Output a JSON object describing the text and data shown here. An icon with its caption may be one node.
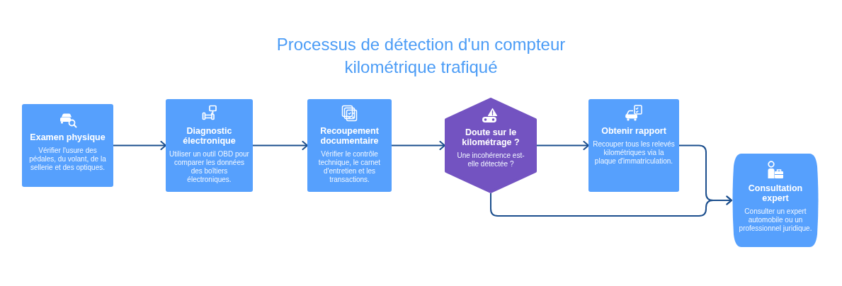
{
  "diagram": {
    "title": "Processus de détection d'un compteur kilométrique trafiqué",
    "nodes": [
      {
        "text": [
          "Examen physique",
          "Vérifier l'usure des pédales, du volant, de la sellerie et des optiques."
        ]
      },
      {
        "text": [
          "Diagnostic électronique",
          "Utiliser un outil OBD pour comparer les données des boîtiers électroniques."
        ]
      },
      {
        "text": [
          "Recoupement documentaire",
          "Vérifier le contrôle technique, le carnet d'entretien et les transactions."
        ]
      },
      {
        "text": [
          "Doute sur le kilométrage ?",
          "Une incohérence est-elle détectée ?"
        ]
      },
      {
        "text": [
          "Obtenir rapport",
          "Recouper tous les relevés kilométriques via la plaque d'immatriculation."
        ]
      },
      {
        "text": [
          "Consultation expert",
          "Consulter un expert automobile ou un professionnel juridique."
        ]
      }
    ],
    "edges": [
      {
        "from": 0,
        "to": 1,
        "arrow": "to"
      },
      {
        "from": 1,
        "to": 2,
        "arrow": "to"
      },
      {
        "from": 2,
        "to": 3,
        "arrow": "to"
      },
      {
        "from": 3,
        "to": 4,
        "arrow": "to"
      },
      {
        "from": 4,
        "to": 5,
        "arrow": "to"
      },
      {
        "from": 3,
        "to": 5,
        "arrow": "to"
      }
    ]
  }
}
